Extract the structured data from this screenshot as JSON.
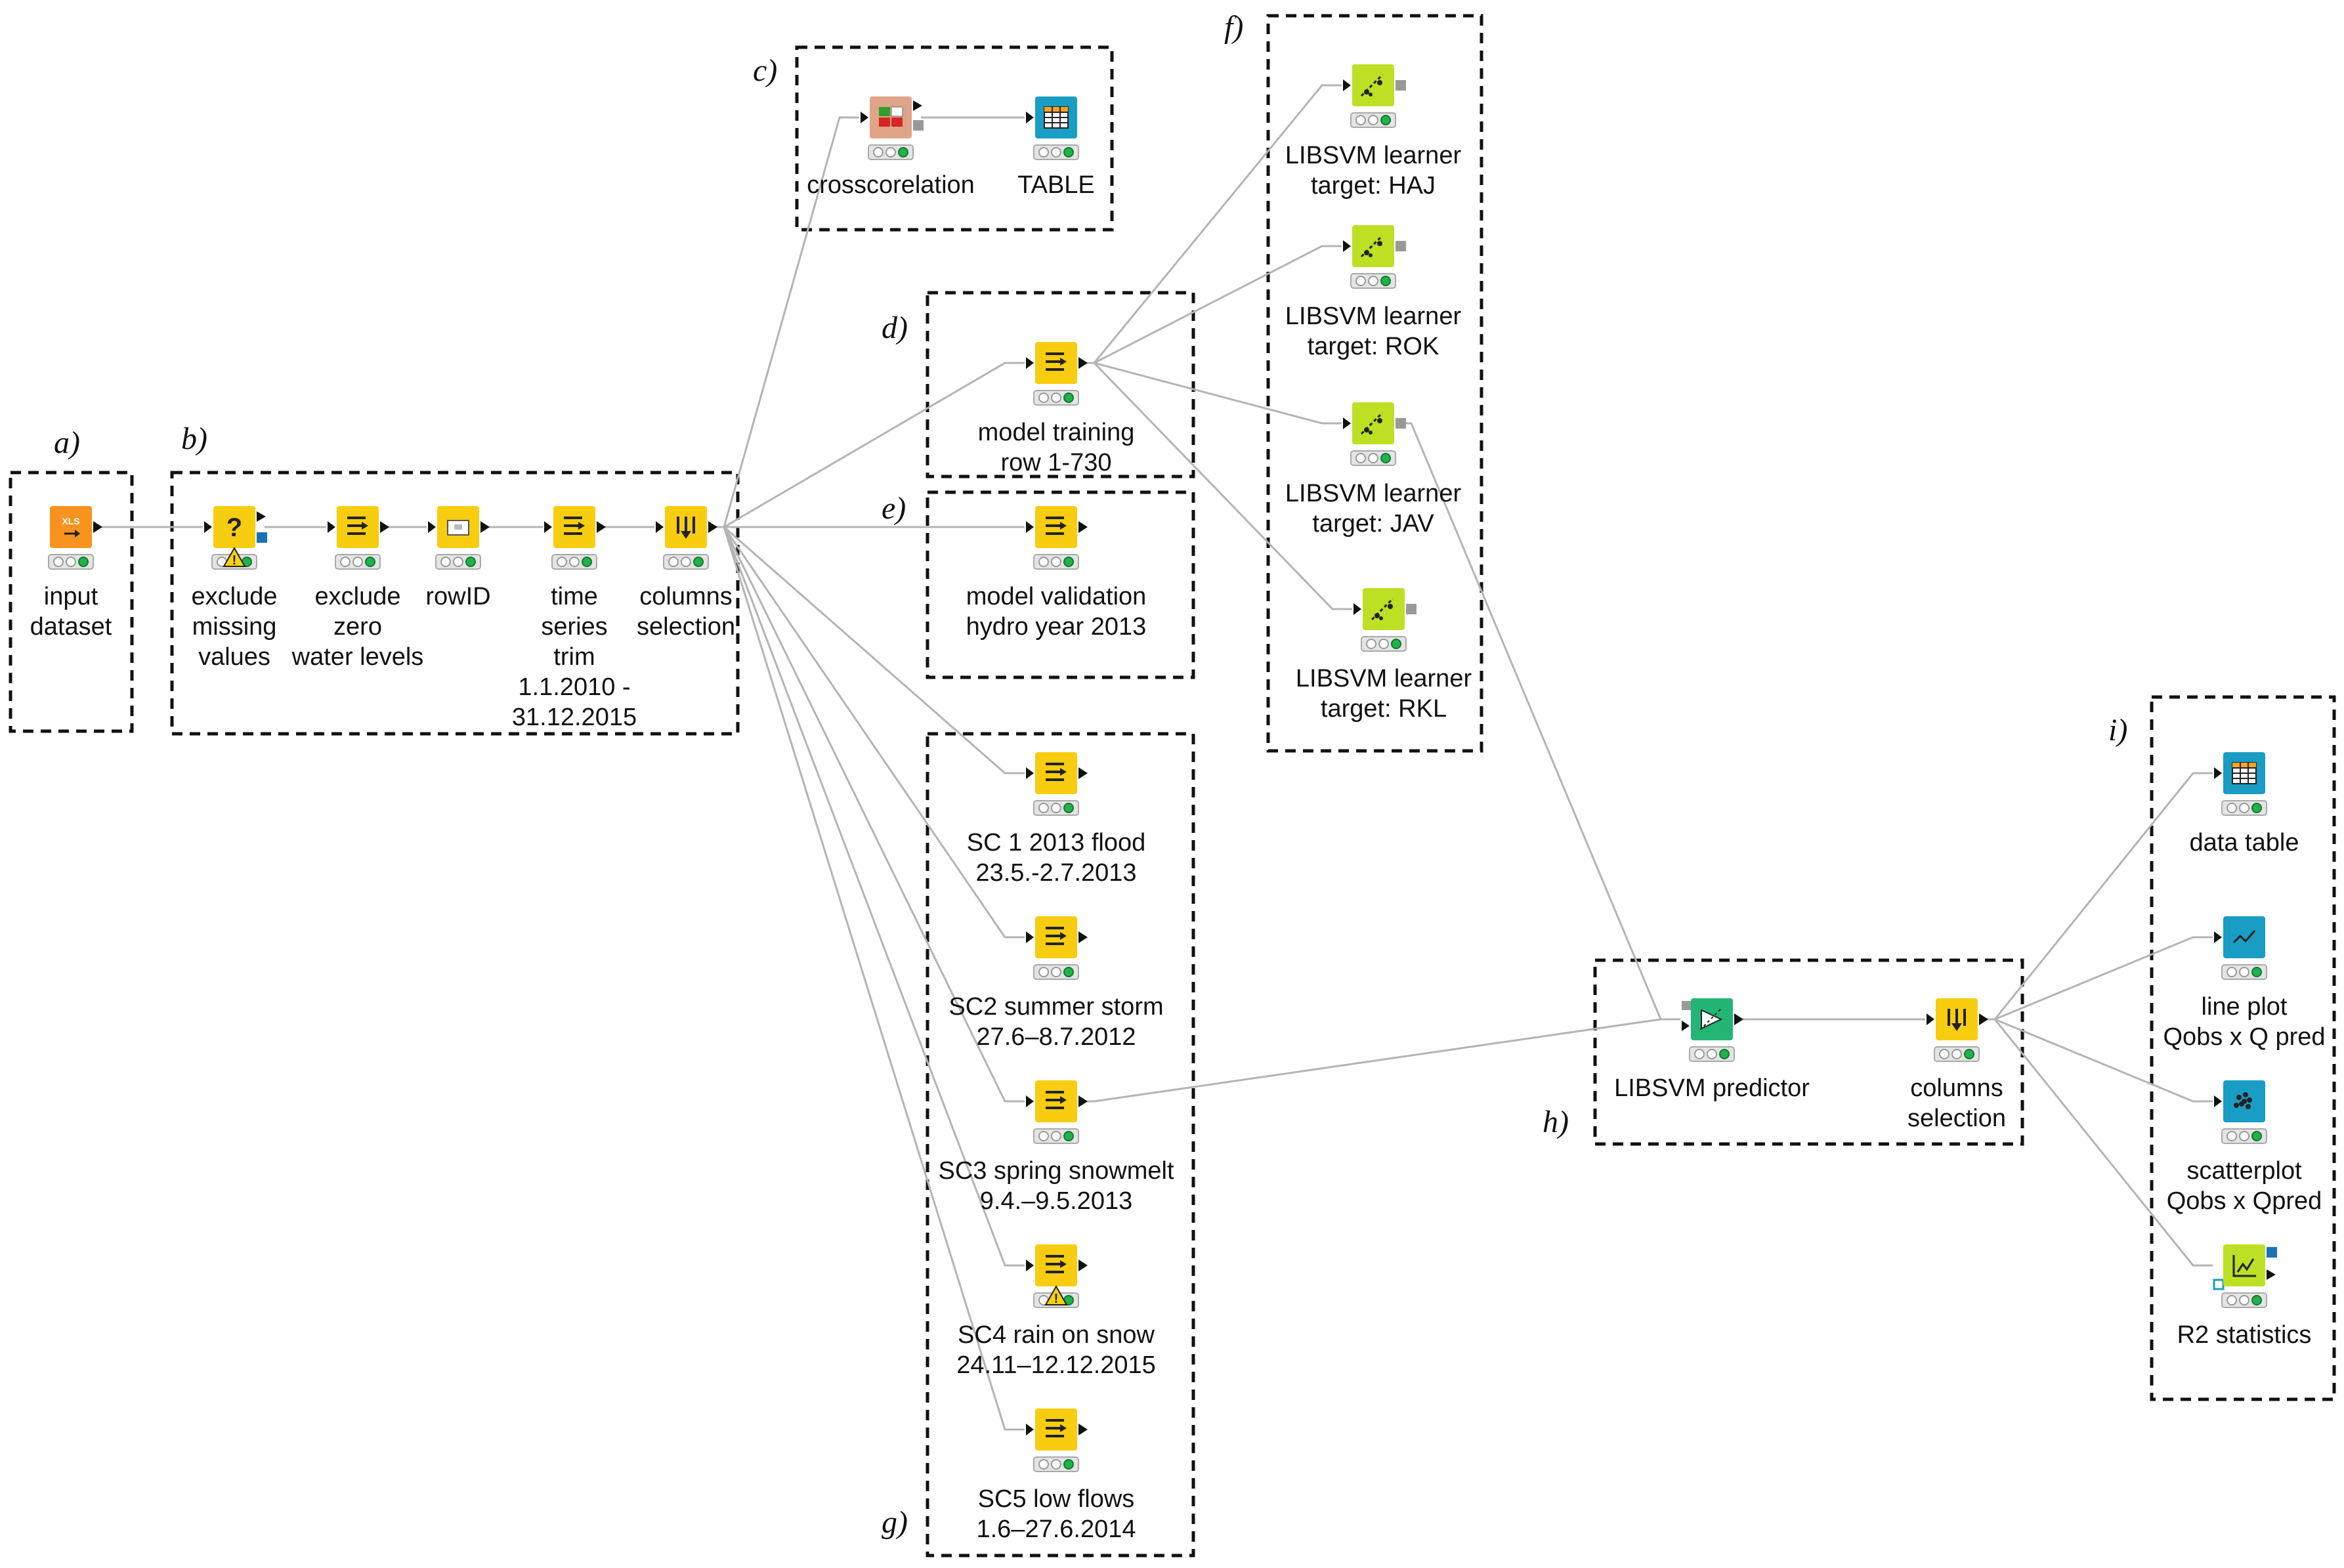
{
  "groups": [
    {
      "id": "a",
      "label": "a)"
    },
    {
      "id": "b",
      "label": "b)"
    },
    {
      "id": "c",
      "label": "c)"
    },
    {
      "id": "d",
      "label": "d)"
    },
    {
      "id": "e",
      "label": "e)"
    },
    {
      "id": "f",
      "label": "f)"
    },
    {
      "id": "g",
      "label": "g)"
    },
    {
      "id": "h",
      "label": "h)"
    },
    {
      "id": "i",
      "label": "i)"
    }
  ],
  "nodes": [
    {
      "id": "input",
      "type": "xls-reader",
      "icon": "xls-reader-icon",
      "lines": [
        "input",
        "dataset"
      ]
    },
    {
      "id": "missing",
      "type": "missing-value",
      "icon": "question-mark-icon",
      "warning": true,
      "lines": [
        "exclude",
        "missing",
        "values"
      ]
    },
    {
      "id": "zero",
      "type": "row-filter",
      "icon": "arrow-right-icon",
      "lines": [
        "exclude",
        "zero",
        "water levels"
      ]
    },
    {
      "id": "rowid",
      "type": "rowid",
      "icon": "rowid-icon",
      "lines": [
        "rowID"
      ]
    },
    {
      "id": "trim",
      "type": "row-filter",
      "icon": "filter-icon",
      "lines": [
        "time",
        "series",
        "trim",
        "1.1.2010 -",
        "31.12.2015"
      ]
    },
    {
      "id": "colsel1",
      "type": "column-filter",
      "icon": "column-filter-icon",
      "lines": [
        "columns",
        "selection"
      ]
    },
    {
      "id": "crosscor",
      "type": "crosscorrelation",
      "icon": "correlation-matrix-icon",
      "lines": [
        "crosscorelation"
      ]
    },
    {
      "id": "table1",
      "type": "table-view",
      "icon": "table-icon",
      "lines": [
        "TABLE"
      ]
    },
    {
      "id": "training",
      "type": "row-filter",
      "icon": "filter-icon",
      "lines": [
        "model training",
        "row 1-730"
      ]
    },
    {
      "id": "validation",
      "type": "row-filter",
      "icon": "filter-icon",
      "lines": [
        "model validation",
        "hydro year 2013"
      ]
    },
    {
      "id": "haj",
      "type": "libsvm-learner",
      "icon": "svm-learner-icon",
      "lines": [
        "LIBSVM learner",
        "target: HAJ"
      ]
    },
    {
      "id": "rok",
      "type": "libsvm-learner",
      "icon": "svm-learner-icon",
      "lines": [
        "LIBSVM learner",
        "target: ROK"
      ]
    },
    {
      "id": "jav",
      "type": "libsvm-learner",
      "icon": "svm-learner-icon",
      "lines": [
        "LIBSVM learner",
        "target: JAV"
      ]
    },
    {
      "id": "rkl",
      "type": "libsvm-learner",
      "icon": "svm-learner-icon",
      "lines": [
        "LIBSVM learner",
        "target: RKL"
      ]
    },
    {
      "id": "sc1",
      "type": "row-filter",
      "icon": "filter-icon",
      "lines": [
        "SC 1 2013 flood",
        "23.5.-2.7.2013"
      ]
    },
    {
      "id": "sc2",
      "type": "row-filter",
      "icon": "filter-icon",
      "lines": [
        "SC2 summer storm",
        "27.6–8.7.2012"
      ]
    },
    {
      "id": "sc3",
      "type": "row-filter",
      "icon": "filter-icon",
      "lines": [
        "SC3 spring snowmelt",
        "9.4.–9.5.2013"
      ]
    },
    {
      "id": "sc4",
      "type": "row-filter",
      "icon": "filter-icon",
      "warning": true,
      "lines": [
        "SC4 rain on snow",
        "24.11–12.12.2015"
      ]
    },
    {
      "id": "sc5",
      "type": "row-filter",
      "icon": "filter-icon",
      "lines": [
        "SC5 low flows",
        "1.6–27.6.2014"
      ]
    },
    {
      "id": "predictor",
      "type": "libsvm-predictor",
      "icon": "svm-predictor-icon",
      "lines": [
        "LIBSVM predictor"
      ]
    },
    {
      "id": "colsel2",
      "type": "column-filter",
      "icon": "column-filter-icon",
      "lines": [
        "columns",
        "selection"
      ]
    },
    {
      "id": "datatable",
      "type": "table-view",
      "icon": "table-icon",
      "lines": [
        "data table"
      ]
    },
    {
      "id": "lineplot",
      "type": "line-plot",
      "icon": "line-plot-icon",
      "lines": [
        "line plot",
        "Qobs x Q pred"
      ]
    },
    {
      "id": "scatter",
      "type": "scatter-plot",
      "icon": "scatter-plot-icon",
      "lines": [
        "scatterplot",
        "Qobs x Qpred"
      ]
    },
    {
      "id": "r2",
      "type": "numeric-scorer",
      "icon": "scorer-icon",
      "lines": [
        "R2 statistics"
      ]
    }
  ],
  "edges": [
    [
      "input",
      "missing"
    ],
    [
      "missing",
      "zero"
    ],
    [
      "zero",
      "rowid"
    ],
    [
      "rowid",
      "trim"
    ],
    [
      "trim",
      "colsel1"
    ],
    [
      "colsel1",
      "crosscor"
    ],
    [
      "crosscor",
      "table1"
    ],
    [
      "colsel1",
      "training"
    ],
    [
      "colsel1",
      "validation"
    ],
    [
      "colsel1",
      "sc1"
    ],
    [
      "colsel1",
      "sc2"
    ],
    [
      "colsel1",
      "sc3"
    ],
    [
      "colsel1",
      "sc4"
    ],
    [
      "colsel1",
      "sc5"
    ],
    [
      "training",
      "haj"
    ],
    [
      "training",
      "rok"
    ],
    [
      "training",
      "jav"
    ],
    [
      "training",
      "rkl"
    ],
    [
      "jav",
      "predictor"
    ],
    [
      "sc3",
      "predictor"
    ],
    [
      "predictor",
      "colsel2"
    ],
    [
      "colsel2",
      "datatable"
    ],
    [
      "colsel2",
      "lineplot"
    ],
    [
      "colsel2",
      "scatter"
    ],
    [
      "colsel2",
      "r2"
    ]
  ],
  "colors": {
    "filter": "#f8cd10",
    "xls": "#f7931e",
    "learner": "#bde024",
    "predictor": "#22b573",
    "view": "#1a9dc4",
    "correlation": "#e0a488",
    "edge": "#b4b4b4",
    "status_off": "#dcdcdc",
    "status_on": "#22b14c"
  }
}
